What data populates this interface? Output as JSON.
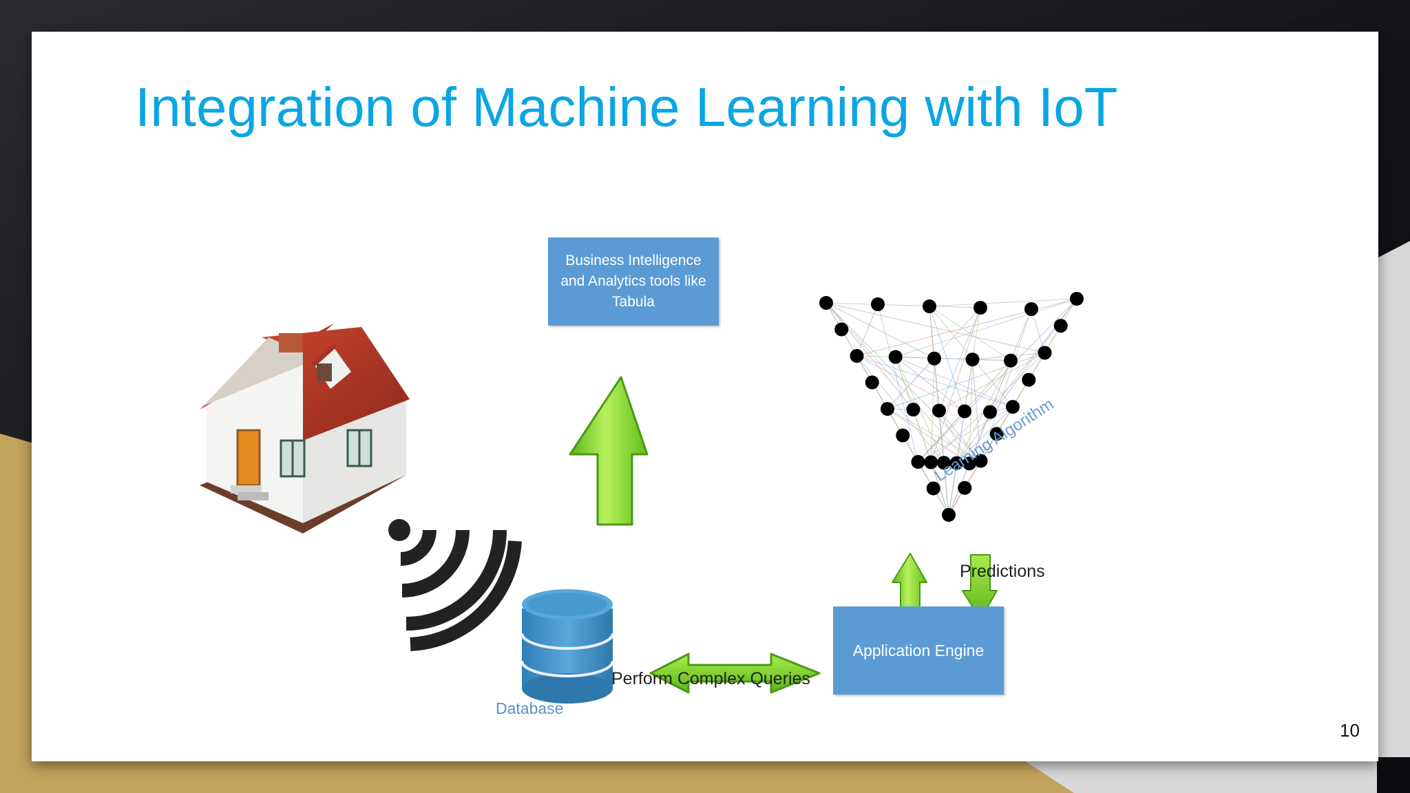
{
  "slide": {
    "title": "Integration of Machine Learning with IoT",
    "page_number": "10"
  },
  "diagram": {
    "bi_box_text": "Business Intelligence and Analytics tools like Tabula",
    "app_engine_text": "Application Engine",
    "database_label": "Database",
    "queries_label": "Perform Complex Queries",
    "predictions_label": "Predictions",
    "algorithm_label": "Learning Algorithm",
    "icons": [
      "house-icon",
      "wifi-signal-icon",
      "database-icon",
      "up-arrow-icon",
      "double-arrow-icon",
      "neural-network-icon"
    ]
  },
  "colors": {
    "title": "#0aa6e4",
    "box_fill": "#5b9bd5",
    "arrow_green": "#7bd12a",
    "gold_band": "#c4a35c",
    "node": "#000000"
  }
}
